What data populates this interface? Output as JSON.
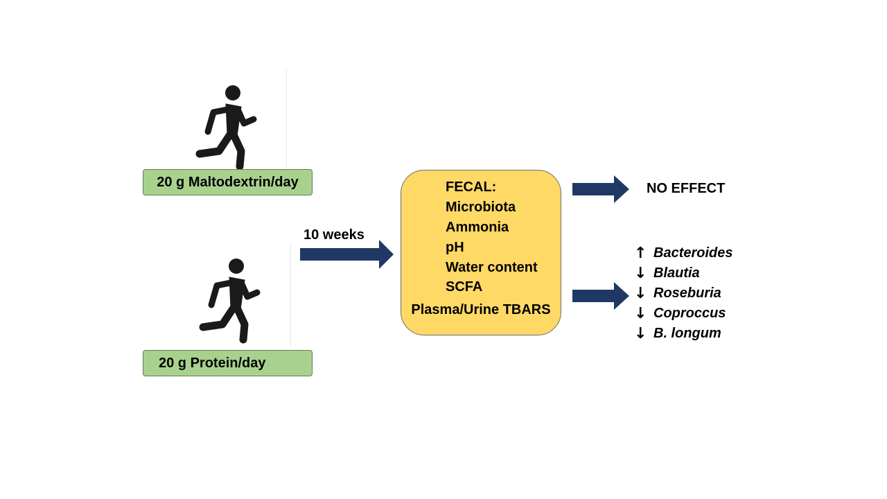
{
  "colors": {
    "group_box_fill": "#a9d18e",
    "outcomes_box_fill": "#ffd966",
    "arrow_fill": "#203864",
    "runner_fill": "#1a1a1a"
  },
  "icons": {
    "runner": "running-person-icon"
  },
  "groups": [
    {
      "label": "20 g Maltodextrin/day"
    },
    {
      "label": "20 g Protein/day"
    }
  ],
  "duration": "10 weeks",
  "outcomes": {
    "fecal_title": "FECAL:",
    "fecal_items": [
      "Microbiota",
      "Ammonia",
      "pH",
      "Water content",
      "SCFA"
    ],
    "plasma": "Plasma/Urine TBARS"
  },
  "results": {
    "maltodextrin": "NO EFFECT",
    "protein": [
      {
        "direction": "↑",
        "name": "Bacteroides"
      },
      {
        "direction": "↓",
        "name": "Blautia"
      },
      {
        "direction": "↓",
        "name": "Roseburia"
      },
      {
        "direction": "↓",
        "name": "Coproccus"
      },
      {
        "direction": "↓",
        "name": "B. longum"
      }
    ]
  }
}
